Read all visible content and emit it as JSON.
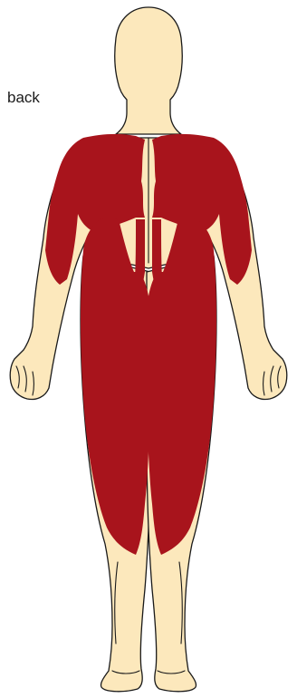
{
  "view_label": "back",
  "colors": {
    "skin": "#fce8bc",
    "muscle": "#a8141c",
    "outline": "#1a1a1a",
    "background": "#ffffff"
  },
  "highlighted_muscles": [
    "trapezius",
    "deltoids",
    "triceps",
    "latissimus-dorsi",
    "erector-spinae",
    "gluteus",
    "hamstrings"
  ]
}
